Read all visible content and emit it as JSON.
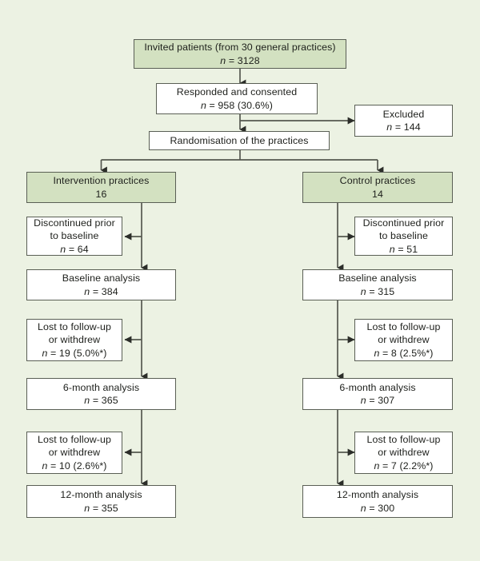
{
  "figure": {
    "type": "consort-flow-diagram",
    "background_color": "#ecf2e3",
    "highlight_color": "#d3e1c1",
    "box_color": "#ffffff",
    "border_color": "#5a5f55",
    "footnote_marker": "*"
  },
  "nodes": {
    "invited": {
      "label": "Invited patients (from 30 general practices)",
      "n_prefix": "n",
      "n_eq": " = ",
      "n_value": "3128",
      "count_line": "n = 3128"
    },
    "responded": {
      "label": "Responded and consented",
      "count_line": "n = 958 (30.6%)",
      "n_value": "958",
      "percent": "30.6%"
    },
    "excluded": {
      "label": "Excluded",
      "count_line": "n = 144",
      "n_value": "144"
    },
    "randomisation": {
      "label": "Randomisation of the practices",
      "count_line": ""
    },
    "intervention_practices": {
      "label": "Intervention practices",
      "count_line": "16",
      "n_value": "16"
    },
    "control_practices": {
      "label": "Control practices",
      "count_line": "14",
      "n_value": "14"
    },
    "int_discontinued": {
      "label": "Discontinued prior",
      "label2": "to baseline",
      "count_line": "n = 64",
      "n_value": "64"
    },
    "ctl_discontinued": {
      "label": "Discontinued prior",
      "label2": "to baseline",
      "count_line": "n = 51",
      "n_value": "51"
    },
    "int_baseline": {
      "label": "Baseline analysis",
      "count_line": "n = 384",
      "n_value": "384"
    },
    "ctl_baseline": {
      "label": "Baseline analysis",
      "count_line": "n = 315",
      "n_value": "315"
    },
    "int_lost_6m": {
      "label": "Lost to follow-up",
      "label2": "or withdrew",
      "count_line": "n = 19 (5.0%*)",
      "n_value": "19",
      "percent": "5.0%*"
    },
    "ctl_lost_6m": {
      "label": "Lost to follow-up",
      "label2": "or withdrew",
      "count_line": "n = 8 (2.5%*)",
      "n_value": "8",
      "percent": "2.5%*"
    },
    "int_6month": {
      "label": "6-month analysis",
      "count_line": "n = 365",
      "n_value": "365"
    },
    "ctl_6month": {
      "label": "6-month analysis",
      "count_line": "n = 307",
      "n_value": "307"
    },
    "int_lost_12m": {
      "label": "Lost to follow-up",
      "label2": "or withdrew",
      "count_line": "n = 10 (2.6%*)",
      "n_value": "10",
      "percent": "2.6%*"
    },
    "ctl_lost_12m": {
      "label": "Lost to follow-up",
      "label2": "or withdrew",
      "count_line": "n = 7 (2.2%*)",
      "n_value": "7",
      "percent": "2.2%*"
    },
    "int_12month": {
      "label": "12-month analysis",
      "count_line": "n = 355",
      "n_value": "355"
    },
    "ctl_12month": {
      "label": "12-month analysis",
      "count_line": "n = 300",
      "n_value": "300"
    }
  }
}
